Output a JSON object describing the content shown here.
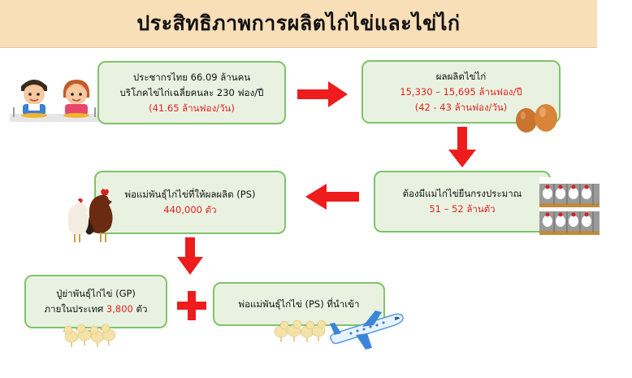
{
  "title": "ประสิทธิภาพการผลิตไก่ไข่และไข่ไก่",
  "colors": {
    "arrow": "#ee1c1c",
    "box_border": "#7fc36a",
    "box_fill": "#e9f2e1",
    "banner": "#f9dfb8",
    "highlight_text": "#e02020"
  },
  "boxes": {
    "consumption": {
      "line1": "ประชากรไทย 66.09 ล้านคน",
      "line2": "บริโภคไข่ไก่เฉลี่ยคนละ 230 ฟอง/ปี",
      "line3": "(41.65 ล้านฟอง/วัน)"
    },
    "production": {
      "line1": "ผลผลิตไข่ไก่",
      "line2": "15,330 – 15,695 ล้านฟอง/ปี",
      "line3": "(42 - 43 ล้านฟอง/วัน)"
    },
    "hens": {
      "line1": "ต้องมีแม่ไก่ไข่ยืนกรงประมาณ",
      "line2": "51 – 52 ล้านตัว"
    },
    "ps": {
      "line1": "พ่อแม่พันธุ์ไก่ไข่ที่ให้ผลผลิต (PS)",
      "line2": "440,000 ตัว"
    },
    "gp": {
      "line1": "ปู่ย่าพันธุ์ไก่ไข่ (GP)",
      "line2_prefix": "ภายในประเทศ ",
      "line2_value": "3,800",
      "line2_suffix": " ตัว"
    },
    "imported": {
      "line1": "พ่อแม่พันธุ์ไก่ไข่ (PS) ที่นำเข้า"
    }
  },
  "icons": [
    "children-eating-icon",
    "eggs-icon",
    "caged-hens-icon",
    "rooster-hen-icon",
    "chicks-icon",
    "airplane-icon",
    "plus-icon",
    "arrow-icon"
  ]
}
